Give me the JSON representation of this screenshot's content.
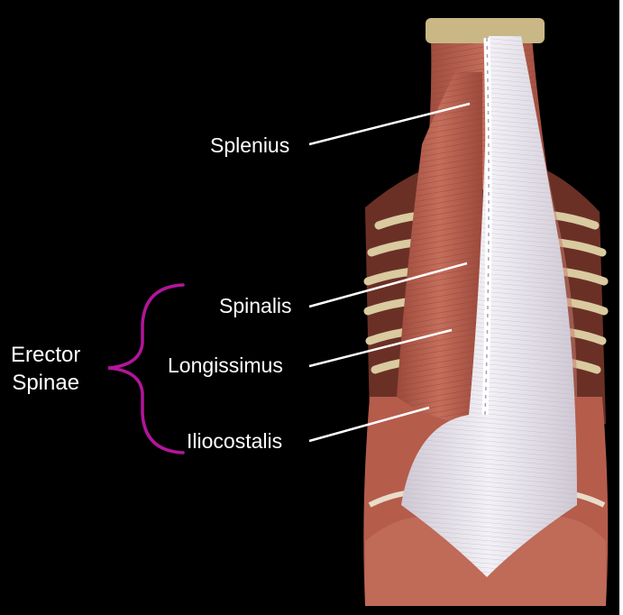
{
  "labels": {
    "splenius": "Splenius",
    "spinalis": "Spinalis",
    "longissimus": "Longissimus",
    "iliocostalis": "Iliocostalis",
    "group_line1": "Erector",
    "group_line2": "Spinae"
  },
  "colors": {
    "background": "#000000",
    "label_text": "#ffffff",
    "leader_line": "#ffffff",
    "brace": "#b3159b",
    "muscle_red": "#b45a4a",
    "tendon_white": "#e8e4ec",
    "bone_cream": "#d8c9a0"
  }
}
